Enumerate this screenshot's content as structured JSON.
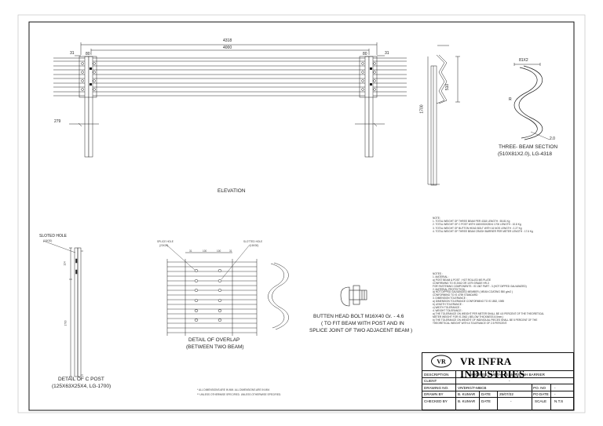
{
  "elevation": {
    "title": "ELEVATION",
    "dim_overall": "4318",
    "dim_span": "4000",
    "dim_left": "31",
    "dim_right": "31",
    "dim_left_small": "80",
    "dim_right_small": "80",
    "dim_post_offset": "279",
    "dim_height": "1700"
  },
  "section": {
    "title": "THREE- BEAM SECTION",
    "subtitle": "(510X81X2.0), LG-4318",
    "dim_top": "81X2",
    "dim_height": "510",
    "dim_thickness": "2.0",
    "dim_radius": "R"
  },
  "cpost": {
    "label_hole": "SLOTED HOLE",
    "label_hole_size": "(18X30)",
    "dim_top": "124",
    "dim_post": "1700",
    "title": "DETAIL OF C POST",
    "subtitle": "(125X63X25X4, LG-1700)"
  },
  "overlap": {
    "label_splice": "SPLICE HOLE",
    "label_splice_size": "(23X29)",
    "label_slot": "SLOTTED HOLE",
    "label_slot_size": "(18X30)",
    "dims": [
      "31",
      "100",
      "100",
      "31"
    ],
    "title": "DETAIL OF OVERLAP",
    "subtitle": "(BETWEEN TWO BEAM)"
  },
  "bolt": {
    "line1": "BUTTEN HEAD BOLT M16X40 Gr. - 4.6",
    "line2": "( TO FIT BEAM WITH POST AND IN",
    "line3": "SPLICE JOINT OF TWO ADJACENT BEAM )"
  },
  "footnotes": {
    "line1": "* ALL DIMENSIONS ARE IN MM. ALL DIMENSIONS ARE IN MM.",
    "line2": "** UNLESS OTHERWISE SPECIFIED. UNLESS OTHERWISE SPECIFIED."
  },
  "note1": {
    "heading": "NOTE:",
    "lines": [
      "1. TOTAL WEIGHT OF THREE BEAM PER 4318 LENGTH : 55.81 Kg",
      "2. TOTAL WEIGHT OF C POST WITH 1600X50X25X4 1700 LENGTH : 10.8 Kg",
      "3. TOTAL WEIGHT OF BUTTON HEAD BOLT WITH 16 NOS LENGTH : 2.27 Kg",
      "4. TOTAL WEIGHT OF THREE BEAM CRASH BARRIER PER METER LENGTH : 17.6 Kg"
    ]
  },
  "note2": {
    "heading": "NOTES :",
    "lines": [
      "1. MATERIAL :",
      "   a) POST BEAM & POST : HOT ROLLED MS PLATE",
      "      CONFIRMING TO IS 2062 OR 1079 GRADE HR-3",
      "      FOR FASTENING COMPONENTS : IS 1367 PART - 3 (HOT DIPPED GALVANIZED)",
      "2. MATERIAL PROTECTION :",
      "   a) HOT DIPPED GALVANIZED MEMBER ( MEAN COATING 550 g/m2 )",
      "      CONFORMING TO IS 4759 STANDARD",
      "3. DIMENSION TOLERANCE :",
      "   a) DIMENSION TOLERANCE CONFORMING TO IS 1852, 1985",
      "   b) LENGTH TOLERANCE :",
      "   c) WIDTH TOLERANCE :",
      "4. WEIGHT TOLERANCE :",
      "   a) THE TOLERANCE ON WEIGHT PER METER SHALL BE 4.5 PERCENT OF THE THEORETICAL",
      "      METER WEIGHT FOR IS 2062 ( BELOW THICKNESS 8.5mm )",
      "   b) THE TOLERANCE ON WEIGHT OF INDIVIDUAL PIECES SHALL BE 5 PERCENT OF THE",
      "      THEORETICAL WEIGHT WITH A TOLERANCE OF 2.5 PERCENT."
    ]
  },
  "title_block": {
    "company": "VR INFRA INDUSTRIES",
    "logo_text": "VR",
    "description_label": "DESCRIPTION",
    "description_value": "MODIFIED T-METAL BEAM CRASH BARRIER",
    "client_label": "CLIENT",
    "client_value": "-",
    "drawing_no_label": "DRAWING NO.",
    "drawing_no_value": "VR/DRG/T-MBCB",
    "po_no_label": "PO. NO",
    "po_no_value": "-",
    "po_date_label": "PO DATE",
    "po_date_value": "-",
    "drawn_by_label": "DRAWN BY",
    "drawn_by_value": "B. KUMAR",
    "date_label": "DATE",
    "date_value": "25/07/22",
    "checked_by_label": "CHECKED BY",
    "checked_by_value": "B. KUMAR",
    "date2_label": "DATE",
    "date2_value": "-",
    "scale_label": "SCALE",
    "scale_value": "N.T.S"
  }
}
